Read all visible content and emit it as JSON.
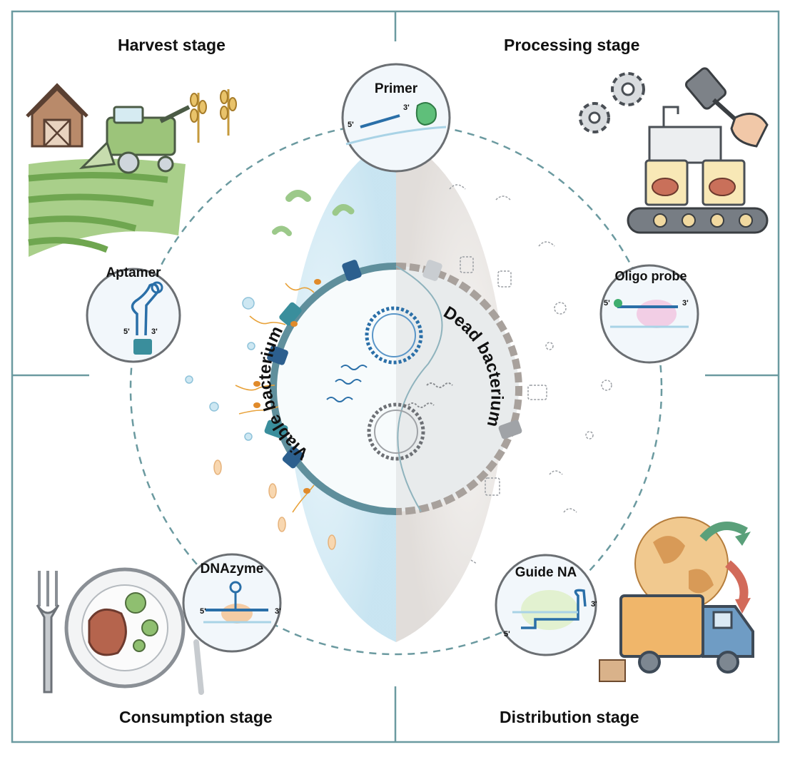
{
  "stages": {
    "harvest": "Harvest stage",
    "processing": "Processing stage",
    "consumption": "Consumption stage",
    "distribution": "Distribution stage"
  },
  "bacteria": {
    "viable": "Viable bacterium",
    "dead": "Dead bacterium"
  },
  "probes": {
    "primer": {
      "title": "Primer",
      "five": "5'",
      "three": "3'"
    },
    "aptamer": {
      "title": "Aptamer",
      "five": "5'",
      "three": "3'"
    },
    "oligo": {
      "title": "Oligo probe",
      "five": "5'",
      "three": "3'"
    },
    "dnazyme": {
      "title": "DNAzyme",
      "five": "5'",
      "three": "3'"
    },
    "guide": {
      "title": "Guide NA",
      "five": "5'",
      "three": "3'"
    }
  },
  "colors": {
    "frame": "#6b9aa0",
    "dna_blue": "#2a6fa8",
    "viable_glow": "#bfe0ef",
    "dead_shade": "#e2dedb",
    "farm_green": "#8fbf70",
    "truck_orange": "#f0b66a"
  },
  "icons": [
    "barn-icon",
    "harvester-icon",
    "wheat-icon",
    "gear-icon",
    "spatula-icon",
    "conveyor-icon",
    "plate-icon",
    "fork-icon",
    "globe-icon",
    "truck-icon"
  ]
}
